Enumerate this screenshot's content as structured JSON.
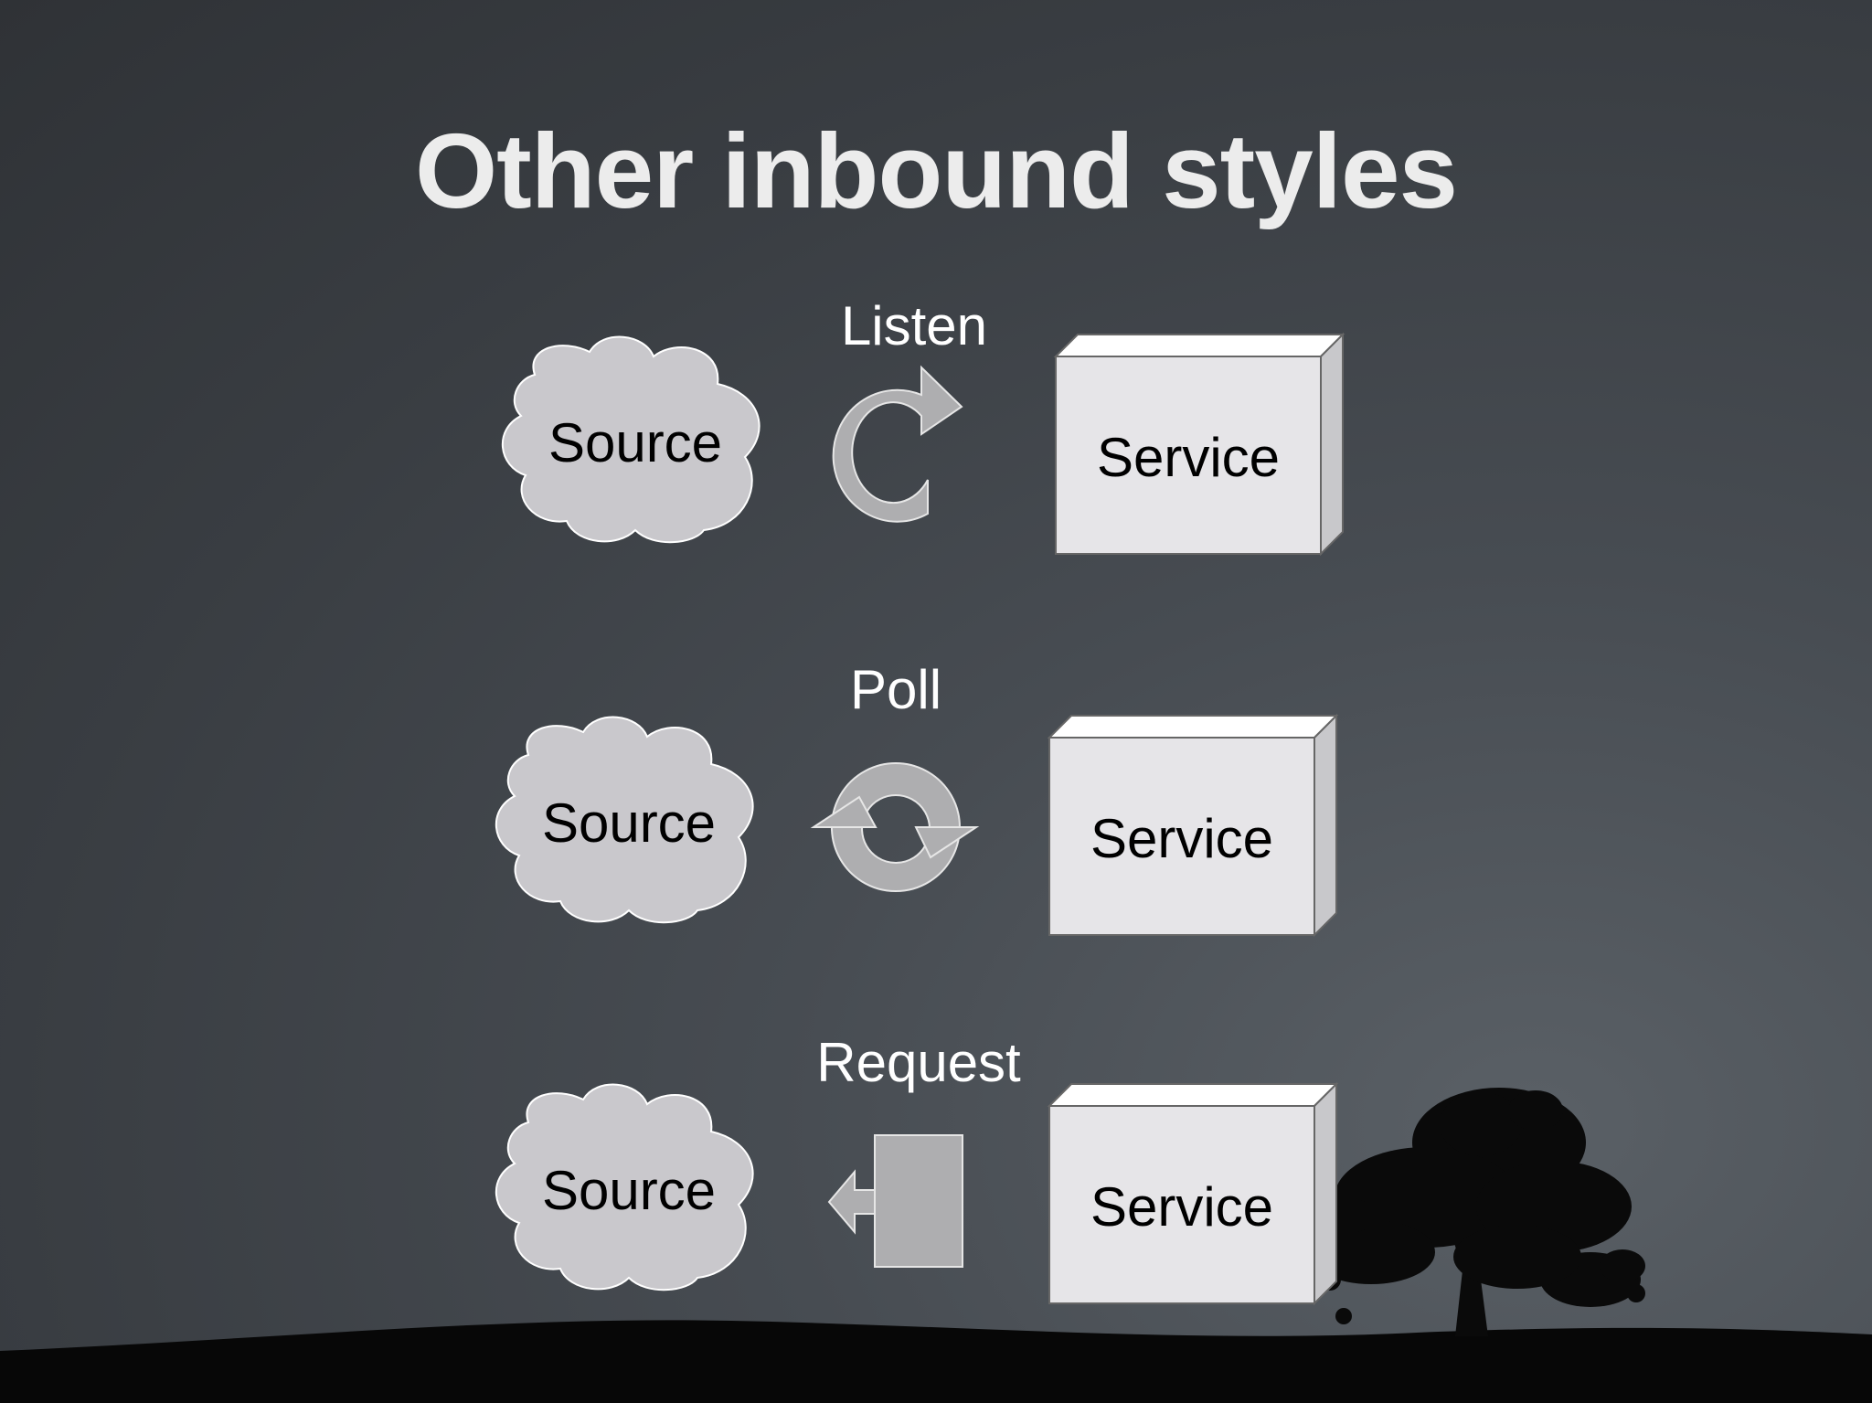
{
  "slide": {
    "title": "Other inbound styles"
  },
  "rows": [
    {
      "style_label": "Listen",
      "source_label": "Source",
      "service_label": "Service",
      "icon": "circular-arrow-icon"
    },
    {
      "style_label": "Poll",
      "source_label": "Source",
      "service_label": "Service",
      "icon": "cycle-arrows-icon"
    },
    {
      "style_label": "Request",
      "source_label": "Source",
      "service_label": "Service",
      "icon": "return-arrow-icon"
    }
  ],
  "colors": {
    "background": "#3c4045",
    "shape_fill": "#e6e5e8",
    "cloud_fill": "#c9c8cc",
    "icon_fill": "#aeaeb0",
    "text_light": "#ffffff",
    "text_dark": "#000000"
  }
}
